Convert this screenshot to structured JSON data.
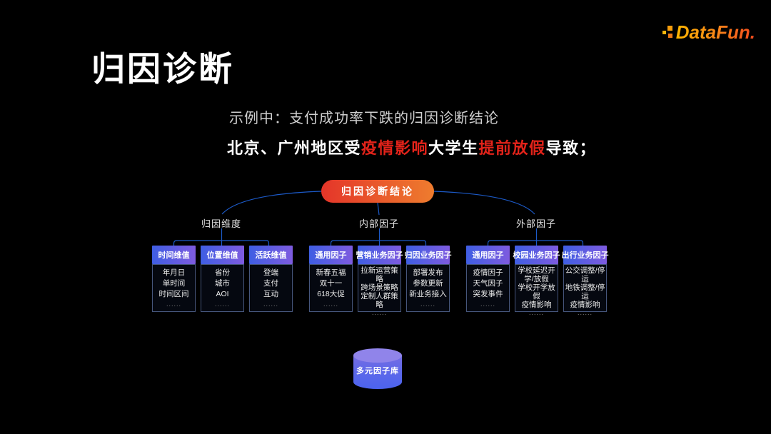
{
  "logo": {
    "text": "DataFun."
  },
  "header": {
    "title": "归因诊断",
    "subtitle": "示例中：支付成功率下跌的归因诊断结论",
    "conclusion_segments": [
      {
        "text": "北京、广州地区受",
        "color": "#ffffff"
      },
      {
        "text": "疫情影响",
        "color": "#e3231a"
      },
      {
        "text": "大学生",
        "color": "#ffffff"
      },
      {
        "text": "提前放假",
        "color": "#e3231a"
      },
      {
        "text": "导致；",
        "color": "#ffffff"
      }
    ]
  },
  "diagram": {
    "root": "归因诊断结论",
    "branches": [
      {
        "label": "归因维度",
        "boxes": [
          {
            "header": "时间维值",
            "items": [
              "年月日",
              "单时间",
              "时间区间",
              "......"
            ]
          },
          {
            "header": "位置维值",
            "items": [
              "省份",
              "城市",
              "AOI",
              "......"
            ]
          },
          {
            "header": "活跃维值",
            "items": [
              "登端",
              "支付",
              "互动",
              "......"
            ]
          }
        ]
      },
      {
        "label": "内部因子",
        "boxes": [
          {
            "header": "通用因子",
            "items": [
              "新春五福",
              "双十一",
              "618大促",
              "......"
            ]
          },
          {
            "header": "营销业务因子",
            "items": [
              "拉新运营策略",
              "跨场景策略",
              "定制人群策略",
              "......"
            ]
          },
          {
            "header": "归因业务因子",
            "items": [
              "部署发布",
              "参数更新",
              "新业务接入",
              "......"
            ]
          }
        ]
      },
      {
        "label": "外部因子",
        "boxes": [
          {
            "header": "通用因子",
            "items": [
              "疫情因子",
              "天气因子",
              "突发事件",
              "......"
            ]
          },
          {
            "header": "校园业务因子",
            "items": [
              "学校延迟开学/放假",
              "学校开学放假",
              "疫情影响",
              "......"
            ]
          },
          {
            "header": "出行业务因子",
            "items": [
              "公交调整/停运",
              "地铁调整/停运",
              "疫情影响",
              "......"
            ]
          }
        ]
      }
    ],
    "database": "多元因子库"
  },
  "colors": {
    "background": "#000000",
    "accent_red": "#e3231a",
    "pill_gradient": [
      "#e43529",
      "#ee7c2e"
    ],
    "header_gradient": [
      "#3f5ee3",
      "#7e5bdf"
    ],
    "connector_blue": "#1c5ac8",
    "cylinder_top": "#9084ea",
    "cylinder_bottom": "#4c63ee"
  }
}
